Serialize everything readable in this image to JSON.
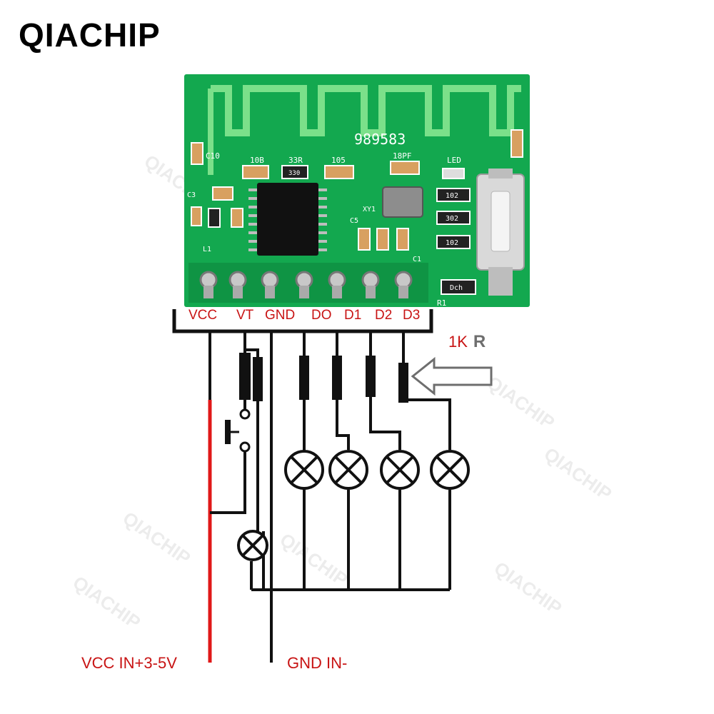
{
  "brand": "QIACHIP",
  "board": {
    "serial": "989583",
    "silkscreen": [
      "C10",
      "10B",
      "33R",
      "105",
      "18PF",
      "LED",
      "C3",
      "L1",
      "C5",
      "XY1",
      "C1",
      "R1"
    ],
    "chip_markings": [
      "330",
      "102",
      "302",
      "102",
      "Dch"
    ],
    "pcb_color": "#13a84f",
    "pad_color": "#c8c8c8"
  },
  "pins": [
    "VCC",
    "VT",
    "GND",
    "DO",
    "D1",
    "D2",
    "D3"
  ],
  "resistor_note": {
    "prefix": "1K",
    "suffix": "R"
  },
  "supply": {
    "vcc_label": "VCC IN+3-5V",
    "gnd_label": "GND IN-"
  },
  "watermark": "QIACHIP",
  "colors": {
    "label_red": "#c81414",
    "wire": "#111111",
    "vcc_wire": "#e01818",
    "arrow_gray": "#6e6e6e"
  }
}
